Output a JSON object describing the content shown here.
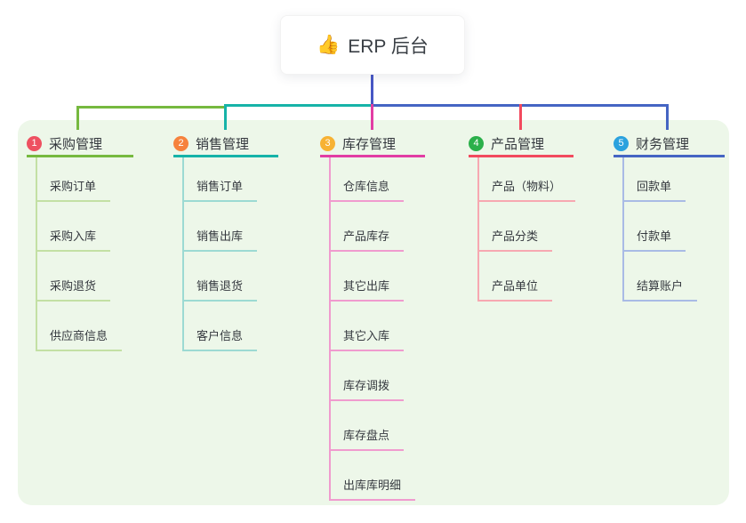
{
  "root": {
    "label": "ERP 后台",
    "emoji": "👍",
    "connector_color": "#4757c5"
  },
  "panel": {
    "background": "#edf7e9"
  },
  "branches": [
    {
      "number": "1",
      "label": "采购管理",
      "badge_color": "#ee5161",
      "line_color": "#76b93f",
      "light_line_color": "#c3e0a4",
      "children": [
        {
          "label": "采购订单"
        },
        {
          "label": "采购入库"
        },
        {
          "label": "采购退货"
        },
        {
          "label": "供应商信息"
        }
      ]
    },
    {
      "number": "2",
      "label": "销售管理",
      "badge_color": "#f6823d",
      "line_color": "#16b3a8",
      "light_line_color": "#9cdad3",
      "children": [
        {
          "label": "销售订单"
        },
        {
          "label": "销售出库"
        },
        {
          "label": "销售退货"
        },
        {
          "label": "客户信息"
        }
      ]
    },
    {
      "number": "3",
      "label": "库存管理",
      "badge_color": "#f7b233",
      "line_color": "#e23da4",
      "light_line_color": "#f09bce",
      "children": [
        {
          "label": "仓库信息"
        },
        {
          "label": "产品库存"
        },
        {
          "label": "其它出库"
        },
        {
          "label": "其它入库"
        },
        {
          "label": "库存调拨"
        },
        {
          "label": "库存盘点"
        },
        {
          "label": "出库库明细"
        }
      ]
    },
    {
      "number": "4",
      "label": "产品管理",
      "badge_color": "#2bb04a",
      "line_color": "#f24a5e",
      "light_line_color": "#f7a8b1",
      "children": [
        {
          "label": "产品（物料）"
        },
        {
          "label": "产品分类"
        },
        {
          "label": "产品单位"
        }
      ]
    },
    {
      "number": "5",
      "label": "财务管理",
      "badge_color": "#2ba2de",
      "line_color": "#4565c3",
      "light_line_color": "#a9bbe5",
      "children": [
        {
          "label": "回款单"
        },
        {
          "label": "付款单"
        },
        {
          "label": "结算账户"
        }
      ]
    }
  ]
}
